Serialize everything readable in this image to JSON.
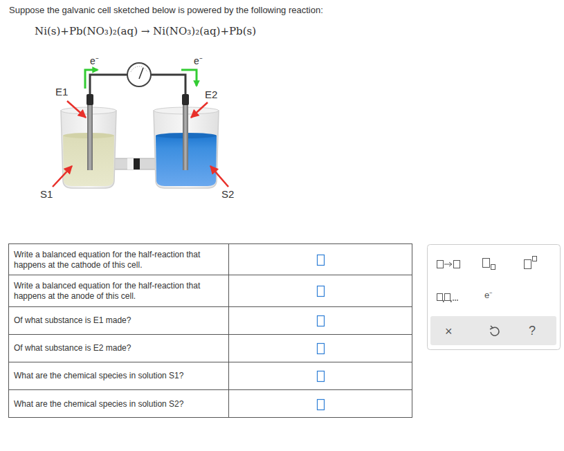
{
  "diagram": {
    "labels": [
      "Suppose the galvanic cell sketched below is powered by the following reaction:",
      "Ni(s)+Pb(NO₃)₂(aq) → Ni(NO₃)₂(aq)+Pb(s)",
      "e⁻",
      "e⁻",
      "E1",
      "E2",
      "S1",
      "S2",
      "Write a balanced equation for the half-reaction that happens at the cathode of this cell.",
      "Write a balanced equation for the half-reaction that happens at the anode of this cell.",
      "Of what substance is E1 made?",
      "Of what substance is E2 made?",
      "What are the chemical species in solution S1?",
      "What are the chemical species in solution S2?",
      "e⁻",
      "×",
      "?"
    ]
  }
}
